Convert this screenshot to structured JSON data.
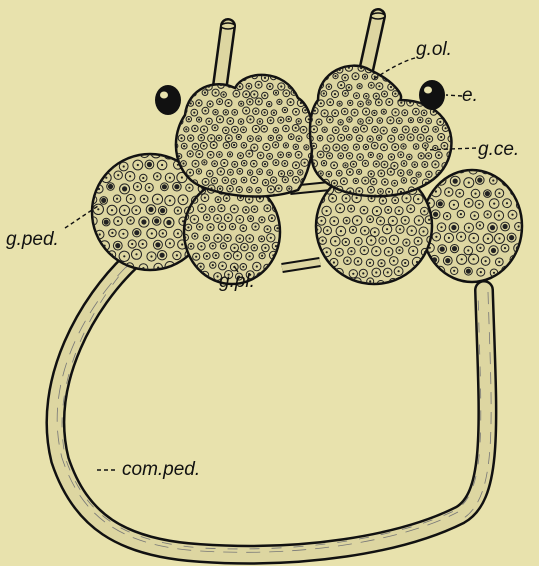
{
  "figure": {
    "background": "#e8e2ad",
    "ink": "#111111",
    "ganglion_fill": "#ddd6a1",
    "labels": {
      "g_ol": "g.ol.",
      "e": "e.",
      "g_ce": "g.ce.",
      "g_ped": "g.ped.",
      "g_pl": "g.pl.",
      "com_ped": "com.ped."
    }
  }
}
